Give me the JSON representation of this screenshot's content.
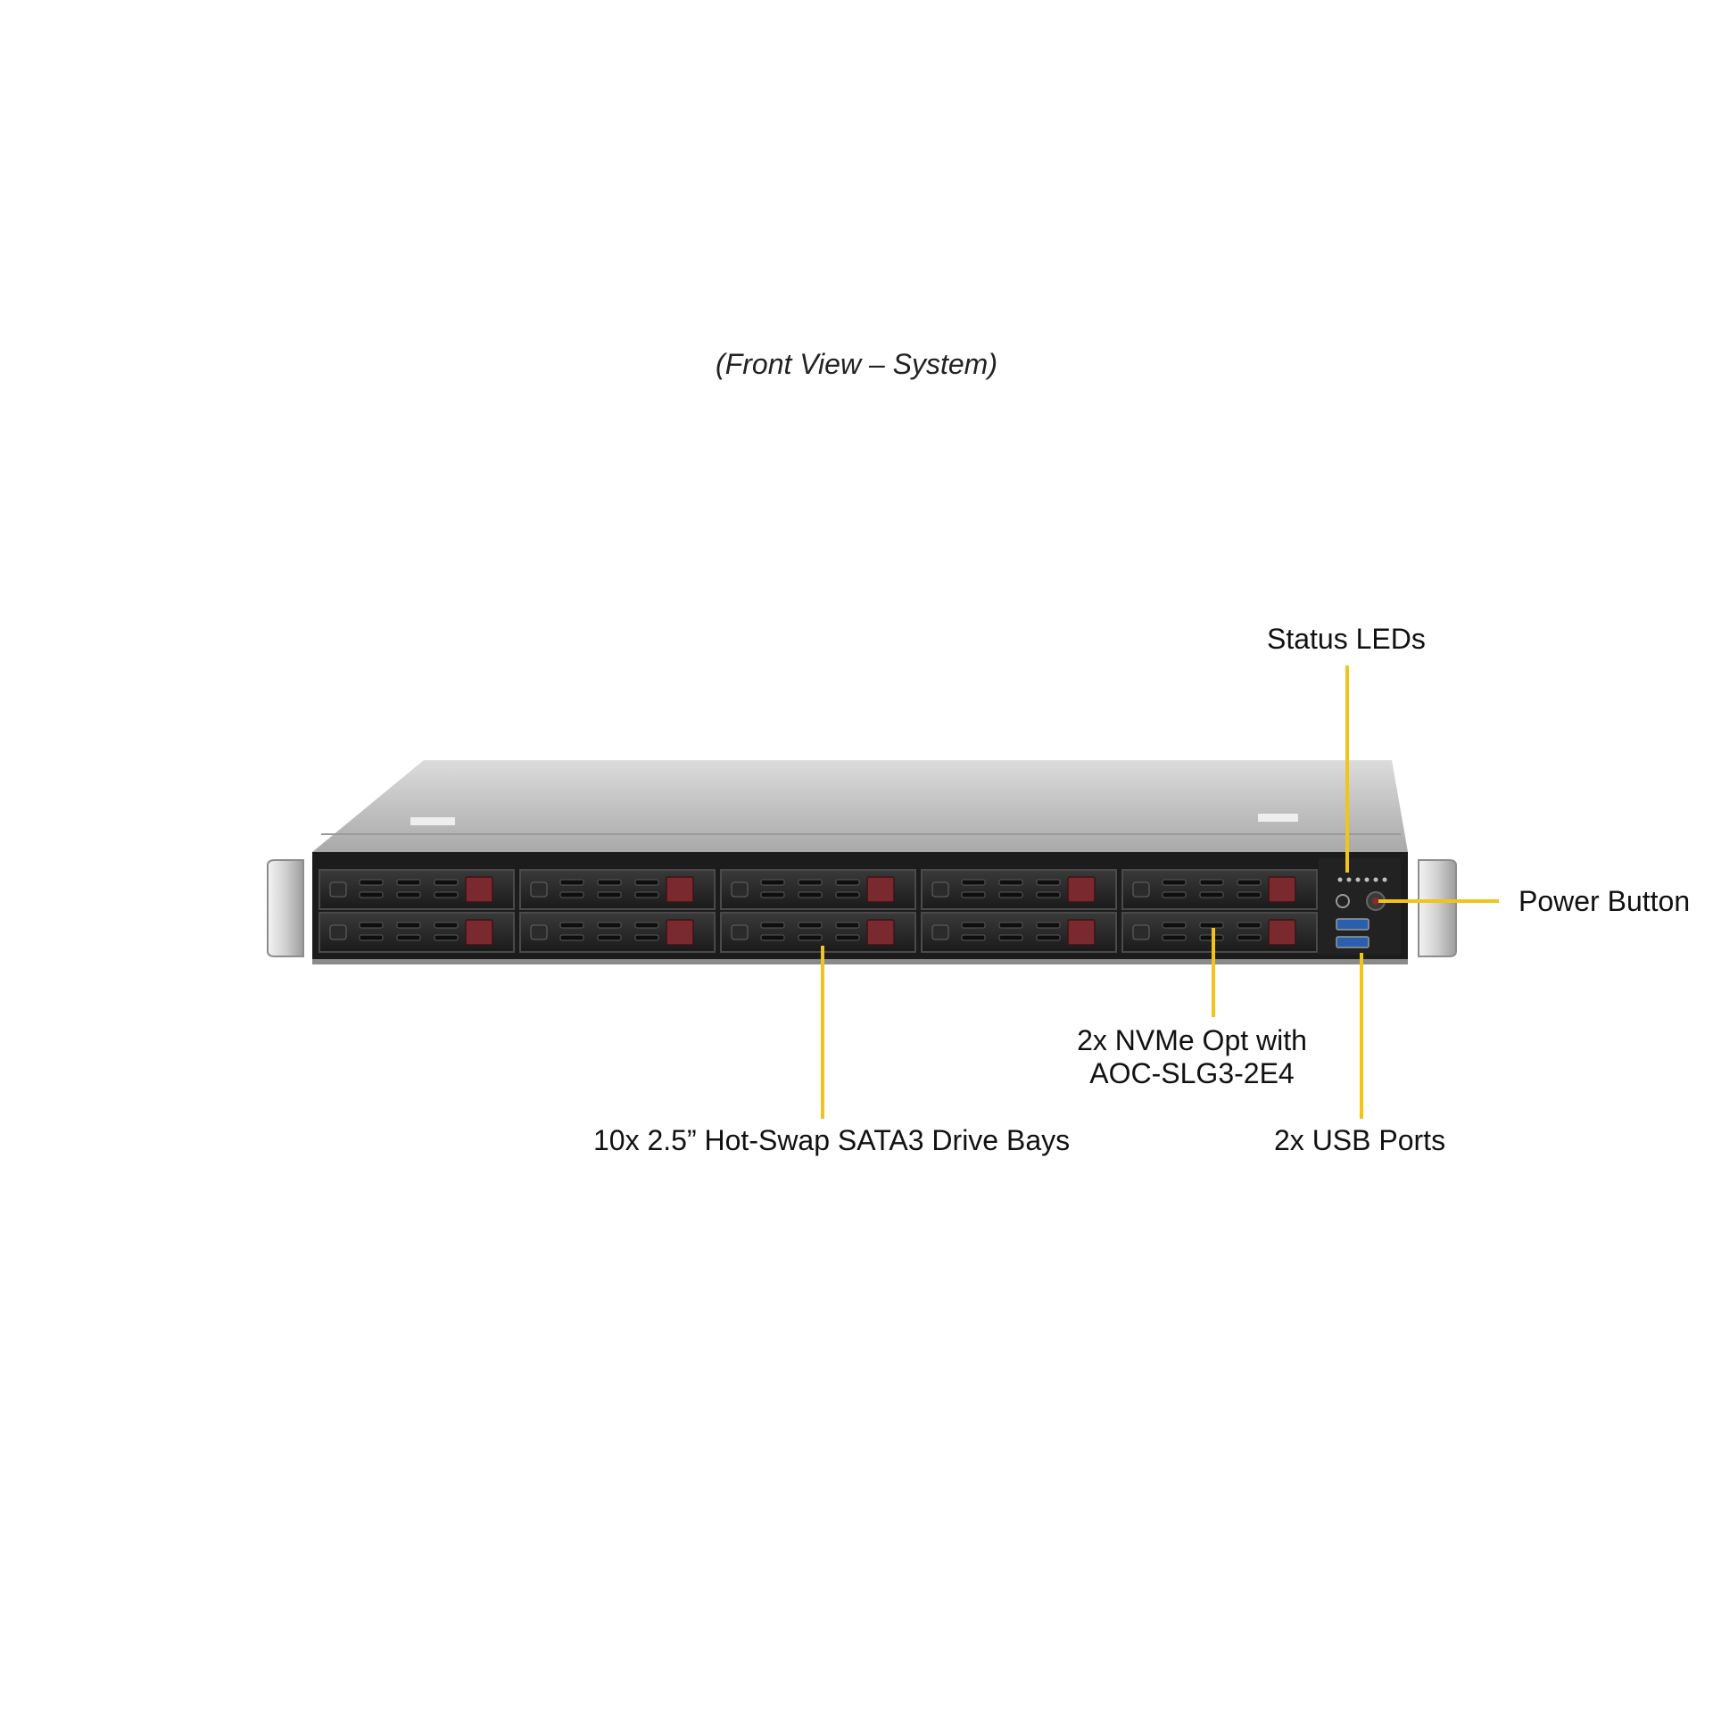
{
  "caption": "(Front View – System)",
  "callouts": {
    "status_leds": "Status LEDs",
    "power_button": "Power Button",
    "nvme_line1": "2x NVMe Opt with",
    "nvme_line2": "AOC-SLG3-2E4",
    "drive_bays": "10x 2.5” Hot-Swap SATA3 Drive Bays",
    "usb_ports": "2x USB Ports"
  },
  "colors": {
    "callout_line": "#f2c318",
    "chassis_top": "#c9c9c9",
    "bezel": "#1c1c1c",
    "drive_latch": "#7a2a2e",
    "usb_port": "#2a5fb0"
  },
  "drive_bay_count": 10
}
